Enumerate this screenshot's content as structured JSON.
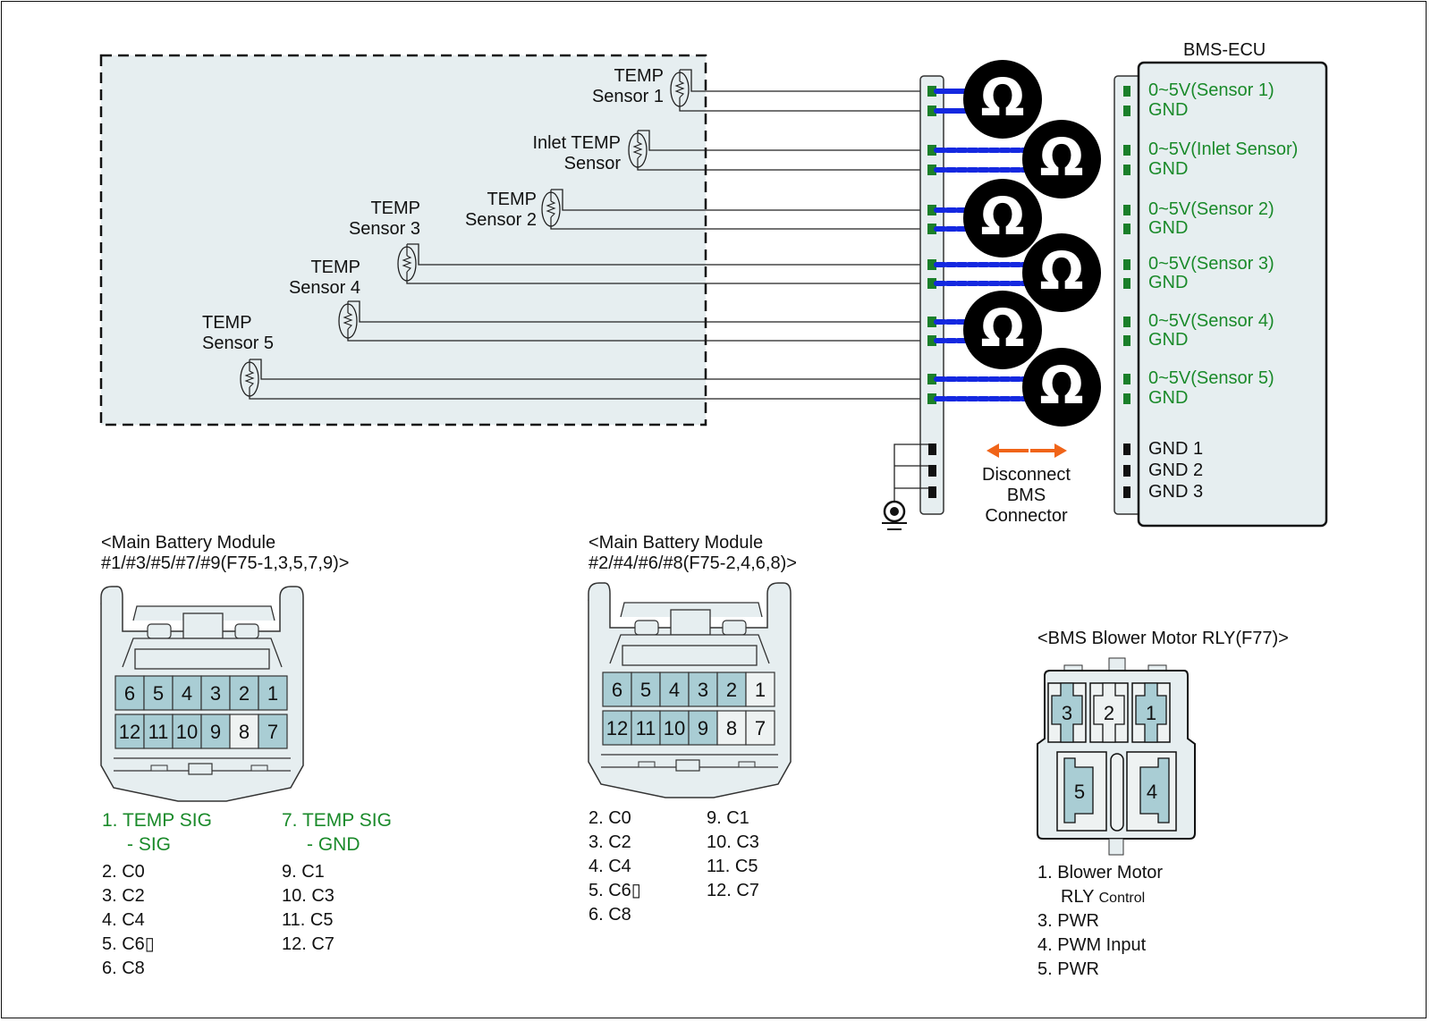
{
  "colors": {
    "panel_fill": "#e6eef0",
    "pin_green": "#1a7f2a",
    "wire_blue": "#1428e0",
    "arrow_orange": "#f06418",
    "pin_teal": "#a9cdd4",
    "label_green": "#1a8a2a"
  },
  "sensors": [
    {
      "line1": "TEMP",
      "line2": "Sensor 1"
    },
    {
      "line1": "Inlet TEMP",
      "line2": "Sensor"
    },
    {
      "line1": "TEMP",
      "line2": "Sensor 2"
    },
    {
      "line1": "TEMP",
      "line2": "Sensor 3"
    },
    {
      "line1": "TEMP",
      "line2": "Sensor 4"
    },
    {
      "line1": "TEMP",
      "line2": "Sensor 5"
    }
  ],
  "meter_icon": "ohm-meter-icon",
  "ohm_symbol": "Ω",
  "ecu": {
    "title": "BMS-ECU",
    "pins": [
      {
        "label": "0~5V(Sensor 1)"
      },
      {
        "label": "GND"
      },
      {
        "label": "0~5V(Inlet Sensor)"
      },
      {
        "label": "GND"
      },
      {
        "label": "0~5V(Sensor 2)"
      },
      {
        "label": "GND"
      },
      {
        "label": "0~5V(Sensor 3)"
      },
      {
        "label": "GND"
      },
      {
        "label": "0~5V(Sensor 4)"
      },
      {
        "label": "GND"
      },
      {
        "label": "0~5V(Sensor 5)"
      },
      {
        "label": "GND"
      }
    ],
    "gnd_pins": [
      "GND 1",
      "GND 2",
      "GND 3"
    ]
  },
  "disconnect": {
    "line1": "Disconnect",
    "line2": "BMS",
    "line3": "Connector"
  },
  "connector_a": {
    "title1": "<Main Battery Module",
    "title2": "#1/#3/#5/#7/#9(F75-1,3,5,7,9)>",
    "row1": [
      "6",
      "5",
      "4",
      "3",
      "2",
      "1"
    ],
    "row2": [
      "12",
      "11",
      "10",
      "9",
      "8",
      "7"
    ],
    "used_pins": [
      "1",
      "2",
      "3",
      "4",
      "5",
      "6",
      "7",
      "9",
      "10",
      "11",
      "12"
    ],
    "legend_green": [
      {
        "line1": "1. TEMP SIG",
        "line2": "- SIG"
      },
      {
        "line1": "7. TEMP SIG",
        "line2": "- GND"
      }
    ],
    "legend_left": [
      "2. C0",
      "3. C2",
      "4. C4",
      "5. C6▯",
      "6. C8"
    ],
    "legend_right": [
      "9. C1",
      "10. C3",
      "11. C5",
      "12. C7"
    ]
  },
  "connector_b": {
    "title1": "<Main Battery Module",
    "title2": "#2/#4/#6/#8(F75-2,4,6,8)>",
    "row1": [
      "6",
      "5",
      "4",
      "3",
      "2",
      "1"
    ],
    "row2": [
      "12",
      "11",
      "10",
      "9",
      "8",
      "7"
    ],
    "used_pins": [
      "2",
      "3",
      "4",
      "5",
      "6",
      "9",
      "10",
      "11",
      "12"
    ],
    "legend_left": [
      "2. C0",
      "3. C2",
      "4. C4",
      "5. C6▯",
      "6. C8"
    ],
    "legend_right": [
      "9. C1",
      "10. C3",
      "11. C5",
      "12. C7"
    ]
  },
  "relay": {
    "title": "<BMS Blower Motor RLY(F77)>",
    "top_pins": [
      "3",
      "2",
      "1"
    ],
    "bottom_pins": [
      "5",
      "4"
    ],
    "used_pins": [
      "1",
      "3",
      "4",
      "5"
    ],
    "legend": [
      {
        "text": "1. Blower Motor"
      },
      {
        "text": "RLY",
        "small": "Control"
      },
      {
        "text": "3. PWR"
      },
      {
        "text": "4. PWM Input"
      },
      {
        "text": "5. PWR"
      }
    ]
  }
}
